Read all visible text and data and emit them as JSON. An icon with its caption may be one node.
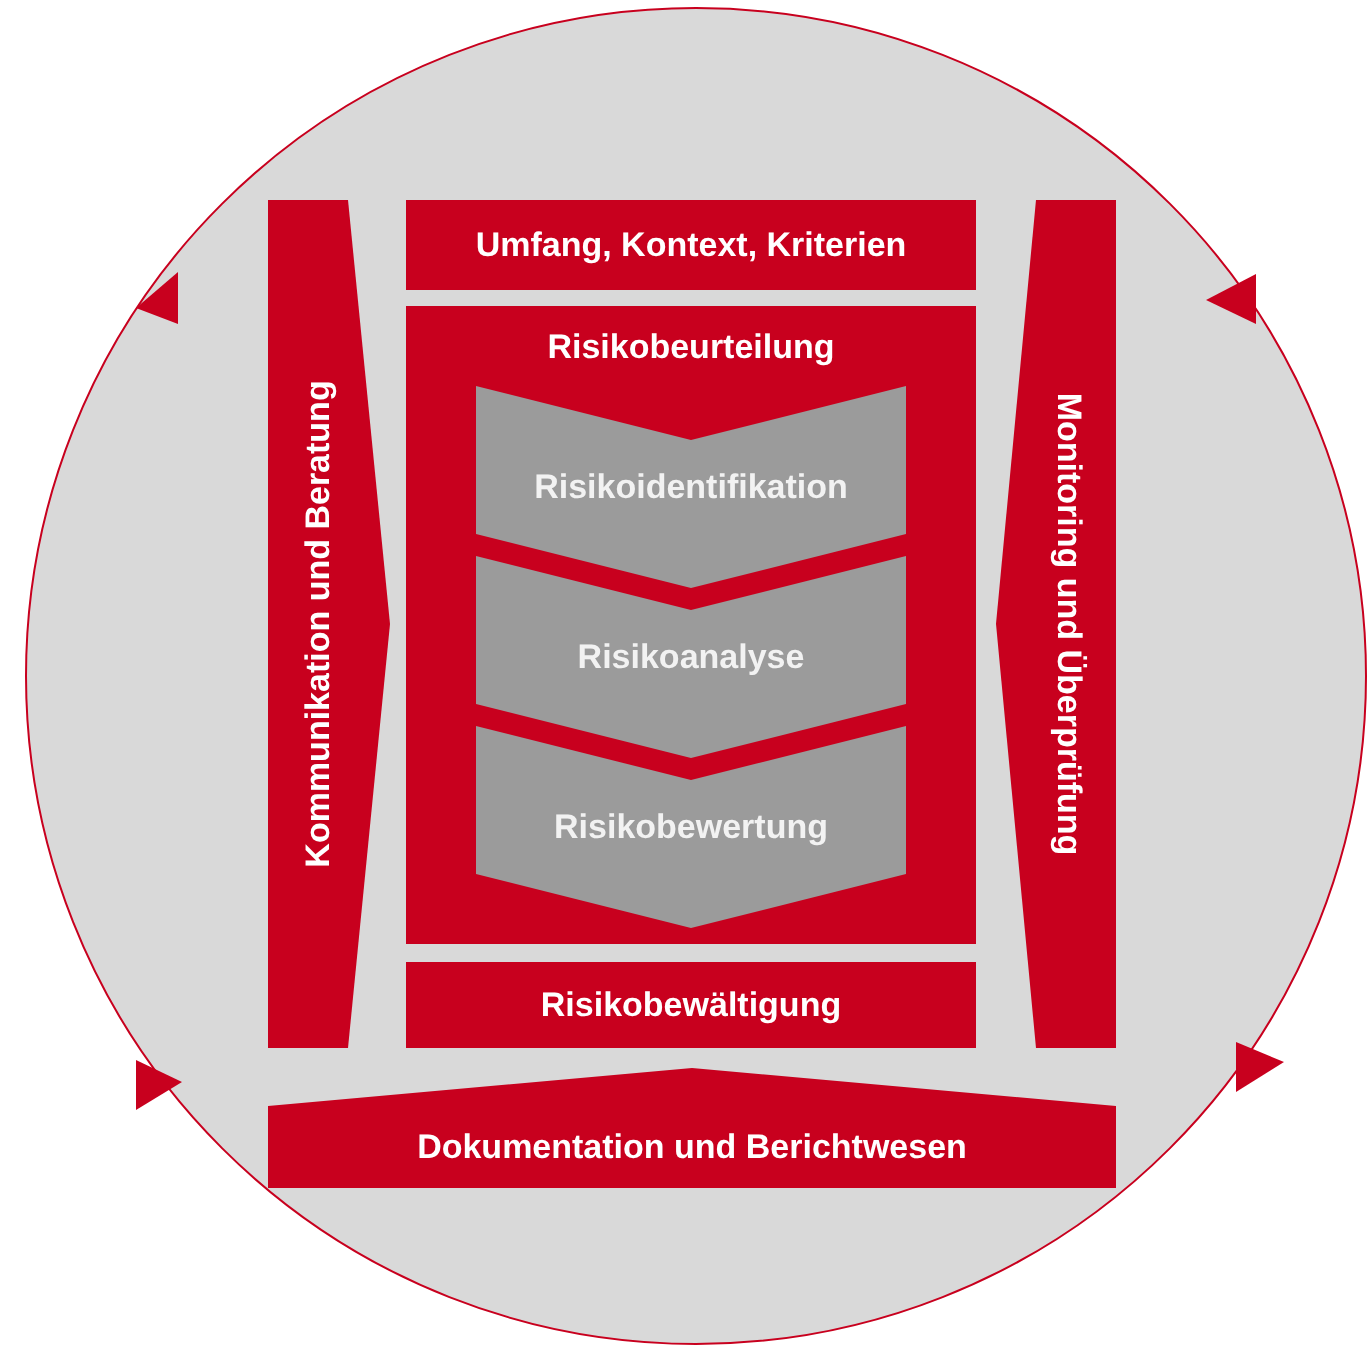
{
  "diagram": {
    "nodes": [
      {
        "text": [
          "Kommunikation und Beratung"
        ]
      },
      {
        "text": [
          "Umfang, Kontext, Kriterien"
        ]
      },
      {
        "text": [
          "Risikobeurteilung"
        ]
      },
      {
        "text": [
          "Risikoidentifikation"
        ],
        "in": 2
      },
      {
        "text": [
          "Risikoanalyse"
        ],
        "in": 2
      },
      {
        "text": [
          "Risikobewertung"
        ],
        "in": 2
      },
      {
        "text": [
          "Risikobewältigung"
        ]
      },
      {
        "text": [
          "Monitoring und Überprüfung"
        ]
      },
      {
        "text": [
          "Dokumentation und Berichtwesen"
        ]
      }
    ]
  }
}
